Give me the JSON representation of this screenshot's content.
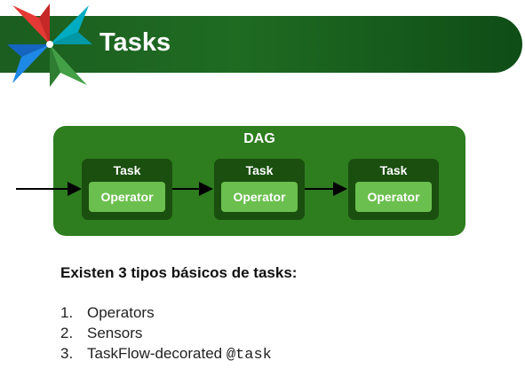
{
  "header": {
    "title": "Tasks",
    "logo_icon": "airflow-pinwheel-logo",
    "bar_color": "#1b5e20"
  },
  "diagram": {
    "container_label": "DAG",
    "container_color": "#2e7d1f",
    "tasks": [
      {
        "label": "Task",
        "inner": "Operator"
      },
      {
        "label": "Task",
        "inner": "Operator"
      },
      {
        "label": "Task",
        "inner": "Operator"
      }
    ],
    "task_color": "#1a4f0f",
    "operator_color": "#6bbf4e",
    "arrows": "left-to-right"
  },
  "content": {
    "heading": "Existen 3 tipos básicos de tasks:",
    "items": [
      {
        "num": "1.",
        "text": "Operators"
      },
      {
        "num": "2.",
        "text": "Sensors"
      },
      {
        "num": "3.",
        "text": "TaskFlow-decorated ",
        "code": "@task"
      }
    ]
  }
}
